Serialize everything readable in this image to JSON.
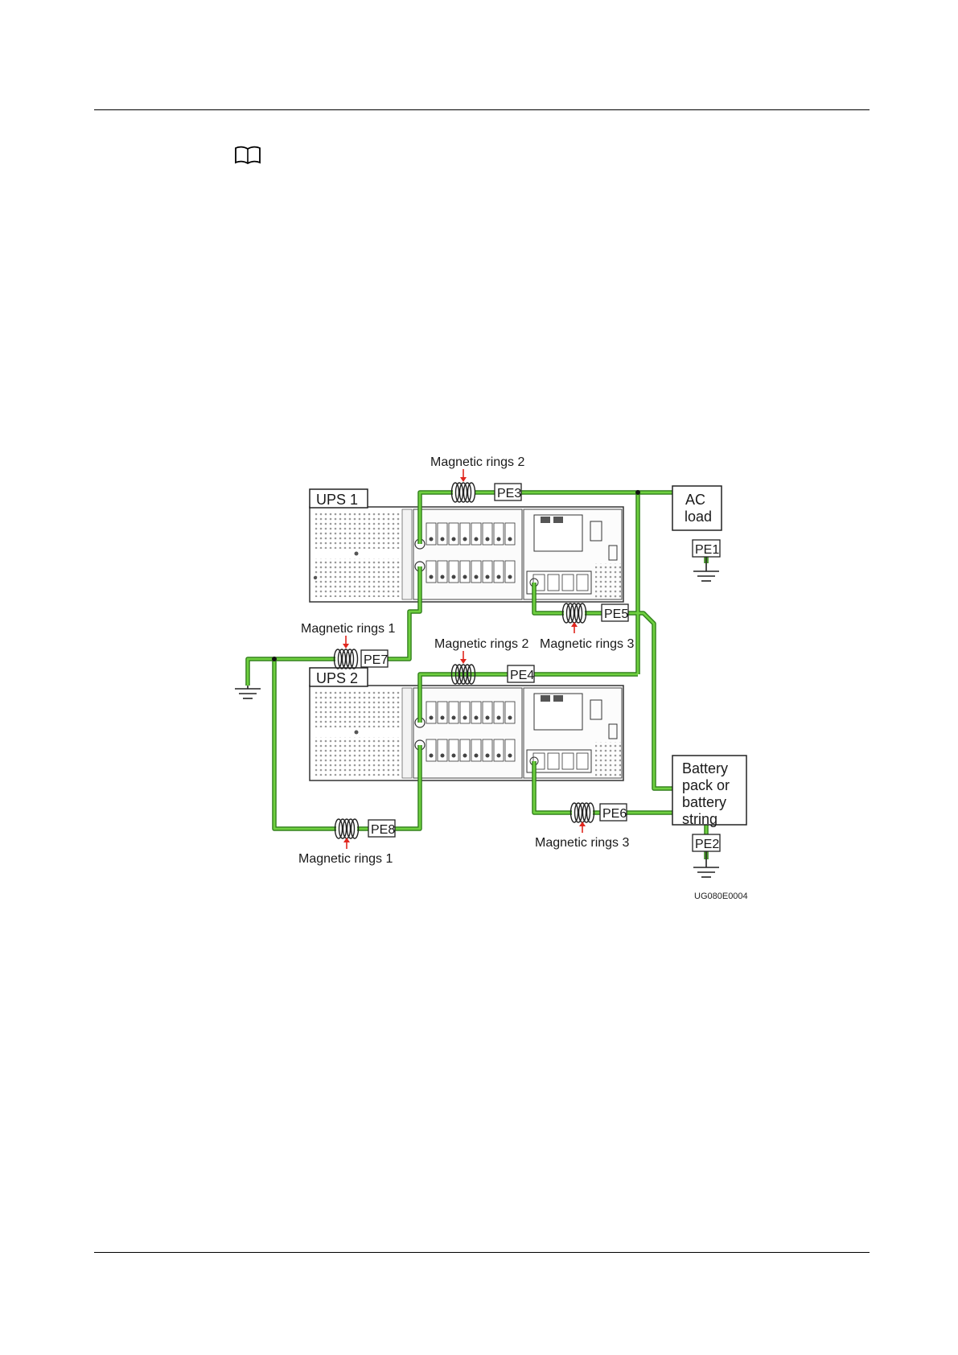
{
  "diagram": {
    "ups": [
      {
        "label": "UPS 1"
      },
      {
        "label": "UPS 2"
      }
    ],
    "ac_load": {
      "line1": "AC",
      "line2": "load"
    },
    "battery": {
      "line1": "Battery",
      "line2": "pack or",
      "line3": "battery",
      "line4": "string"
    },
    "pe_labels": {
      "pe1": "PE1",
      "pe2": "PE2",
      "pe3": "PE3",
      "pe4": "PE4",
      "pe5": "PE5",
      "pe6": "PE6",
      "pe7": "PE7",
      "pe8": "PE8"
    },
    "ring_labels": {
      "top_ups1": "Magnetic rings 2",
      "left_ups1": "Magnetic rings 1",
      "right_ups1": "Magnetic rings 3",
      "top_ups2": "Magnetic rings 2",
      "bottom_ups2": "Magnetic rings 1",
      "right_ups2": "Magnetic rings 3"
    },
    "figure_code": "UG080E0004",
    "colors": {
      "cable_green": "#5fc236",
      "cable_dark": "#2e7d18",
      "arrow_red": "#e0261e"
    }
  }
}
